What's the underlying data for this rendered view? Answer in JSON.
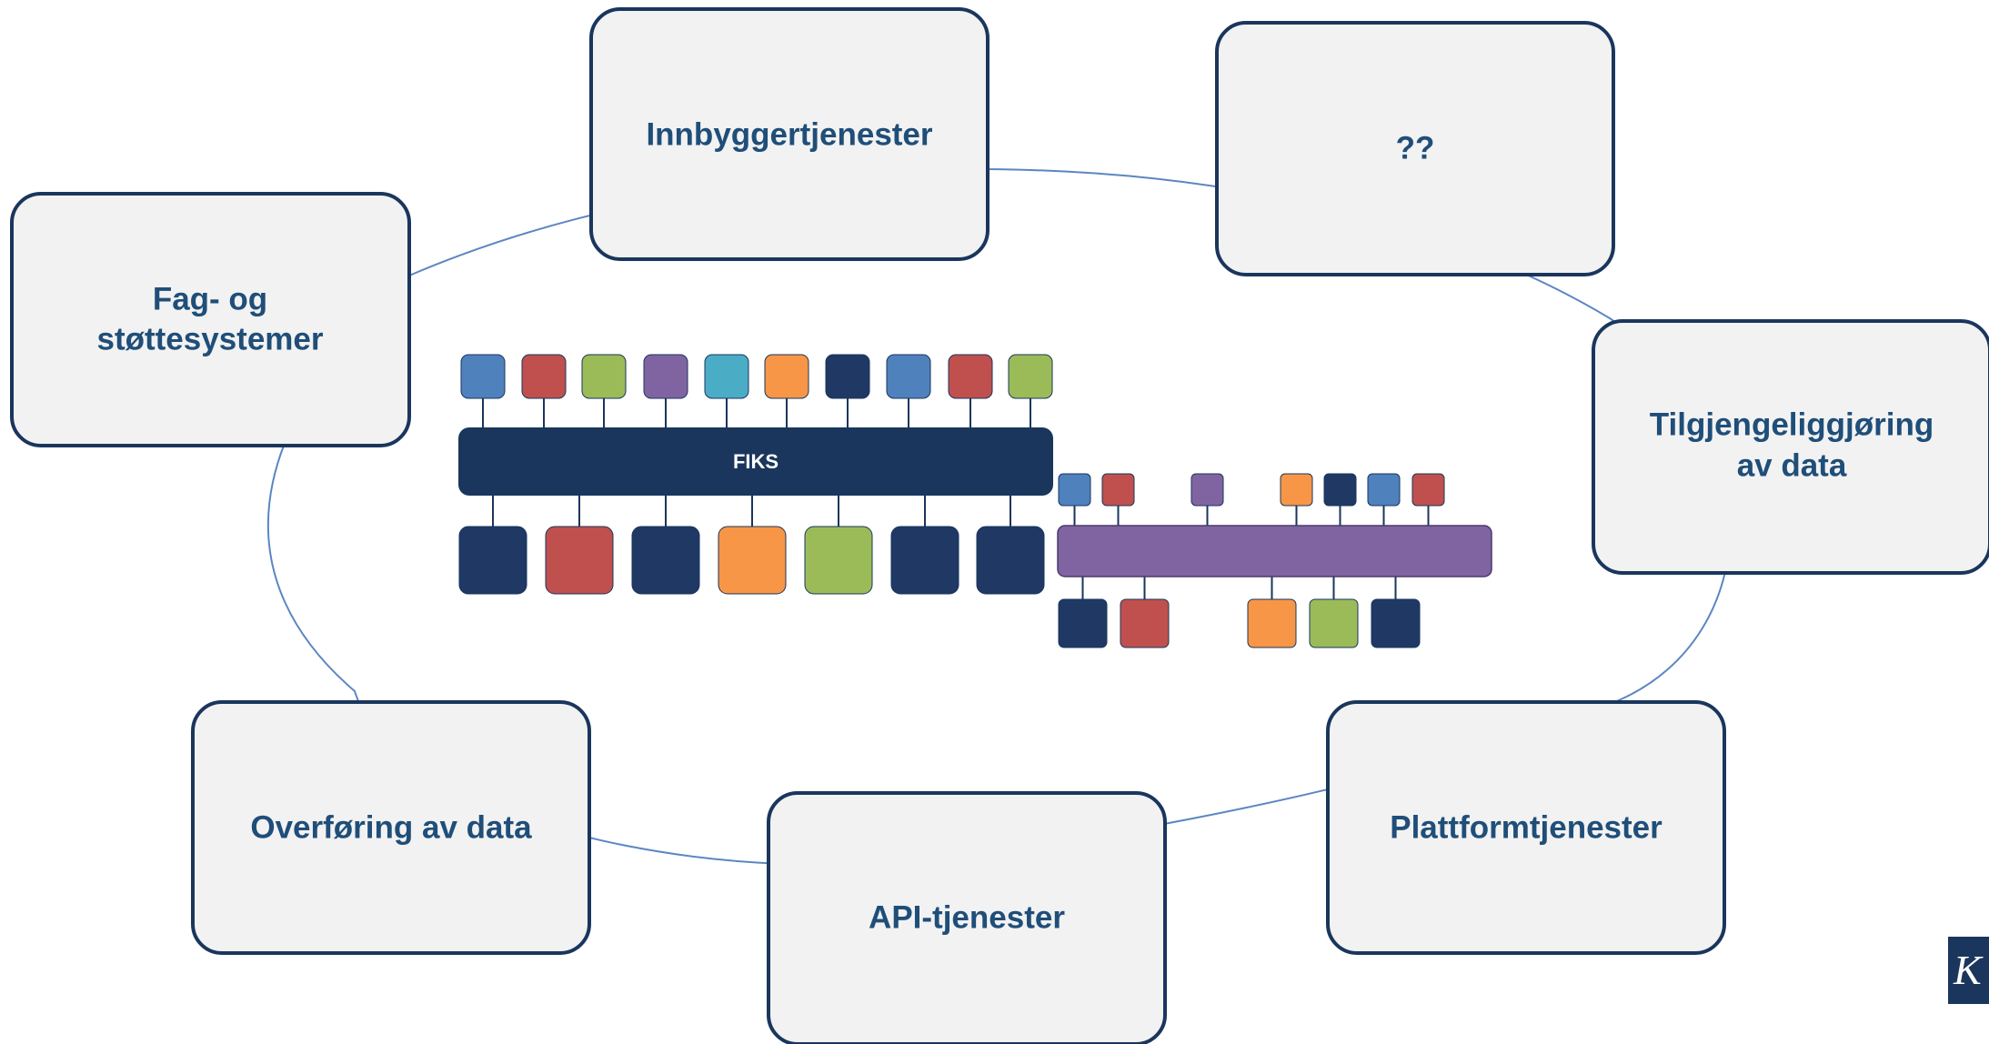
{
  "nodes": {
    "innbygger": "Innbyggertjenester",
    "unknown": "??",
    "fag_line1": "Fag- og",
    "fag_line2": "støttesystemer",
    "tilgj_line1": "Tilgjengeliggjøring",
    "tilgj_line2": "av data",
    "overforing": "Overføring av data",
    "plattform": "Plattformtjenester",
    "api": "API-tjenester"
  },
  "bus": {
    "fiks_label": "FIKS",
    "fiks_top_colors": [
      "#4f81bd",
      "#c0504d",
      "#9bbb59",
      "#8064a2",
      "#4bacc6",
      "#f79646",
      "#1f3864",
      "#4f81bd",
      "#c0504d",
      "#9bbb59"
    ],
    "fiks_bottom_colors": [
      "#1f3864",
      "#c0504d",
      "#1f3864",
      "#f79646",
      "#9bbb59",
      "#1f3864",
      "#1f3864"
    ],
    "second_top_colors": [
      "#4f81bd",
      "#c0504d",
      "#8064a2",
      "#f79646",
      "#1f3864",
      "#4f81bd",
      "#c0504d"
    ],
    "second_bottom_colors": [
      "#1f3864",
      "#c0504d",
      "#f79646",
      "#9bbb59",
      "#1f3864"
    ]
  },
  "logo": {
    "text": "K"
  },
  "colors": {
    "node_border": "#1a365d",
    "node_fill": "#f2f2f2",
    "label": "#1f4e79",
    "ring": "#5b86c2",
    "fiks_bus": "#1a365d",
    "second_bus": "#8064a2"
  }
}
